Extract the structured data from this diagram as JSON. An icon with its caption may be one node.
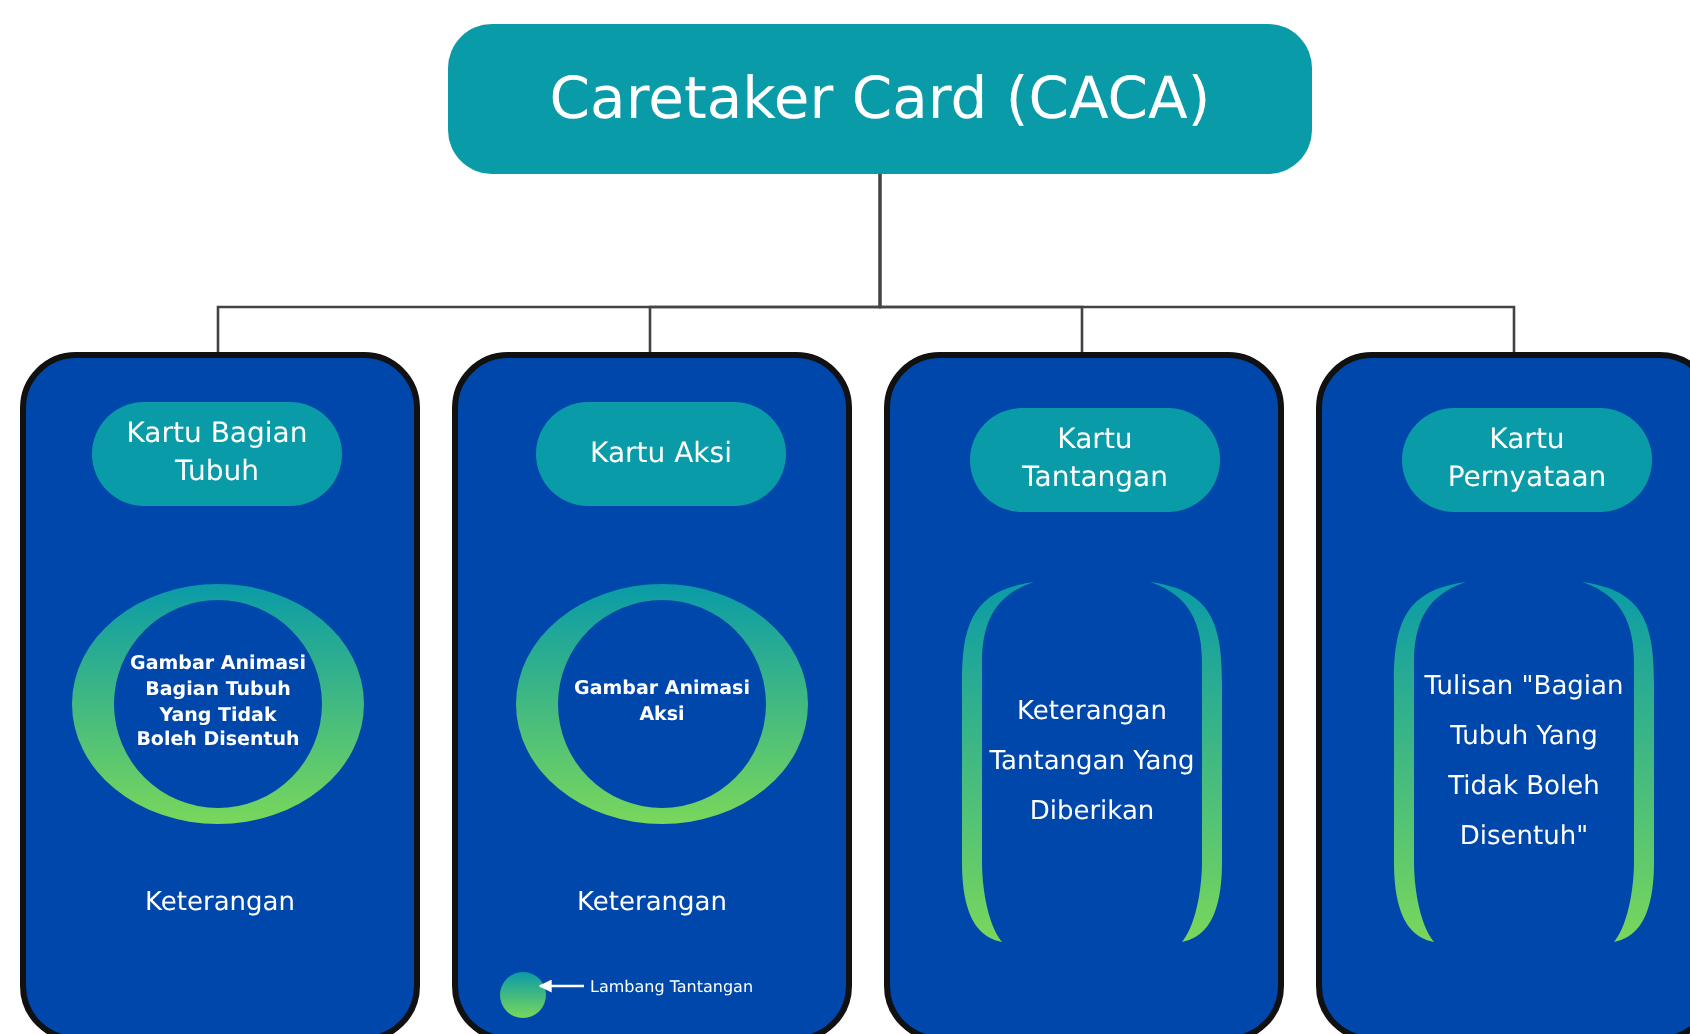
{
  "diagram": {
    "nodes": [
      {
        "text": [
          "Caretaker Card (CACA)"
        ]
      },
      {
        "text": [
          "Keterangan"
        ]
      },
      {
        "text": [
          "Kartu Bagian Tubuh"
        ],
        "in": 1
      },
      {
        "text": [
          "Gambar Animasi Bagian Tubuh Yang Tidak Boleh Disentuh"
        ],
        "in": 1
      },
      {
        "text": [
          "Keterangan"
        ]
      },
      {
        "text": [
          "Kartu Aksi"
        ],
        "in": 4
      },
      {
        "text": [
          "Gambar Animasi Aksi"
        ],
        "in": 4
      },
      {
        "text": [],
        "shape": "circle",
        "in": 4
      },
      {
        "text": [
          "Lambang Tantangan"
        ],
        "in": 4
      },
      {
        "text": [],
        "shape": "box"
      },
      {
        "text": [
          "Kartu Tantangan"
        ],
        "in": 9
      },
      {
        "text": [
          "Keterangan Tantangan Yang Diberikan"
        ],
        "in": 9
      },
      {
        "text": [],
        "shape": "box"
      },
      {
        "text": [
          "Kartu Pernyataan"
        ],
        "in": 12
      },
      {
        "text": [
          "Tulisan \"Bagian Tubuh Yang Tidak Boleh Disentuh\""
        ],
        "in": 12
      }
    ],
    "edges": [
      {
        "from": 0,
        "to": 1,
        "arrow": "none"
      },
      {
        "from": 0,
        "to": 4,
        "arrow": "none"
      },
      {
        "from": 0,
        "to": 9,
        "arrow": "none"
      },
      {
        "from": 0,
        "to": 12,
        "arrow": "none"
      },
      {
        "from": 8,
        "to": 7,
        "arrow": "to",
        "color": "#ffffff"
      }
    ]
  }
}
